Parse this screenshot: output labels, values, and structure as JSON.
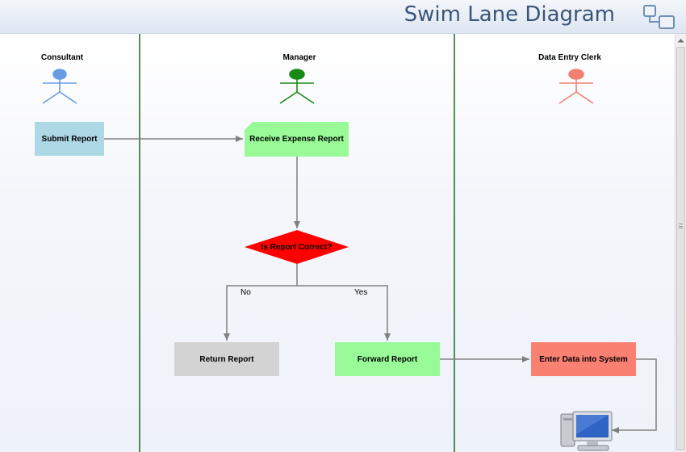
{
  "header": {
    "title": "Swim Lane Diagram",
    "icon": "swimlane-shapes-icon"
  },
  "lanes": [
    {
      "title": "Consultant",
      "actor_icon": "actor-stick-figure-icon",
      "actor_color": "#6a9be6"
    },
    {
      "title": "Manager",
      "actor_icon": "actor-stick-figure-icon",
      "actor_color": "#188a18"
    },
    {
      "title": "Data Entry Clerk",
      "actor_icon": "actor-stick-figure-icon",
      "actor_color": "#f08070"
    }
  ],
  "nodes": {
    "submit_report": {
      "label": "Submit Report",
      "fill": "#add8e6"
    },
    "receive_expense_report": {
      "label": "Receive Expense Report",
      "fill": "#98fb98"
    },
    "is_report_correct": {
      "label": "Is Report Correct?",
      "fill": "#ff0000"
    },
    "return_report": {
      "label": "Return Report",
      "fill": "#d3d3d3"
    },
    "forward_report": {
      "label": "Forward Report",
      "fill": "#98fb98"
    },
    "enter_data": {
      "label": "Enter Data into System",
      "fill": "#fa8072"
    },
    "computer": {
      "icon": "computer-monitor-icon"
    }
  },
  "edges": {
    "no_label": "No",
    "yes_label": "Yes"
  },
  "colors": {
    "lane_divider": "#1e6a1e",
    "connector": "#808080"
  }
}
